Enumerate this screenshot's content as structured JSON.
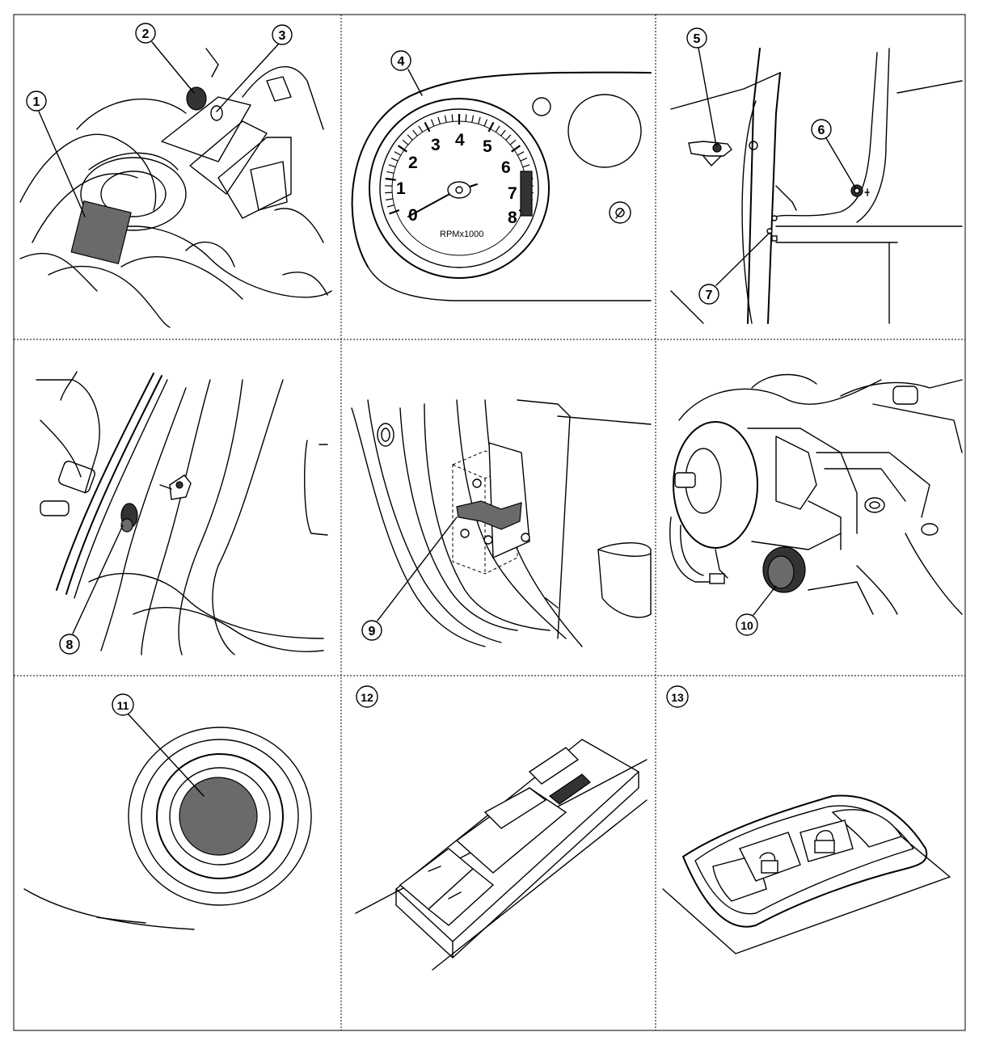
{
  "callouts": {
    "c1": "1",
    "c2": "2",
    "c3": "3",
    "c4": "4",
    "c5": "5",
    "c6": "6",
    "c7": "7",
    "c8": "8",
    "c9": "9",
    "c10": "10",
    "c11": "11",
    "c12": "12",
    "c13": "13"
  },
  "tachometer": {
    "numbers": [
      "0",
      "1",
      "2",
      "3",
      "4",
      "5",
      "6",
      "7",
      "8"
    ],
    "unit": "RPMx1000"
  }
}
